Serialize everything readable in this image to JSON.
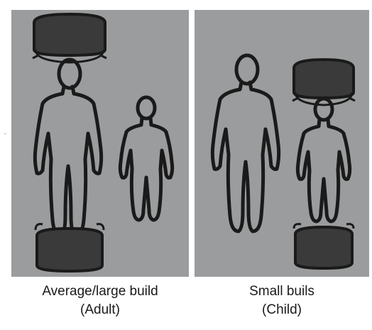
{
  "panels": [
    {
      "caption_line1": "Average/large build",
      "caption_line2": "(Adult)"
    },
    {
      "caption_line1": "Small buils",
      "caption_line2": "(Child)"
    }
  ],
  "colors": {
    "panel_background": "#9a9c9d",
    "figure_stroke": "#1a1a1a",
    "scanner_fill": "#3a3a3a",
    "caption_text": "#1a1a1a"
  },
  "icons": [
    "adult-figure-icon",
    "child-figure-icon",
    "scanner-top-icon",
    "scanner-base-icon"
  ]
}
